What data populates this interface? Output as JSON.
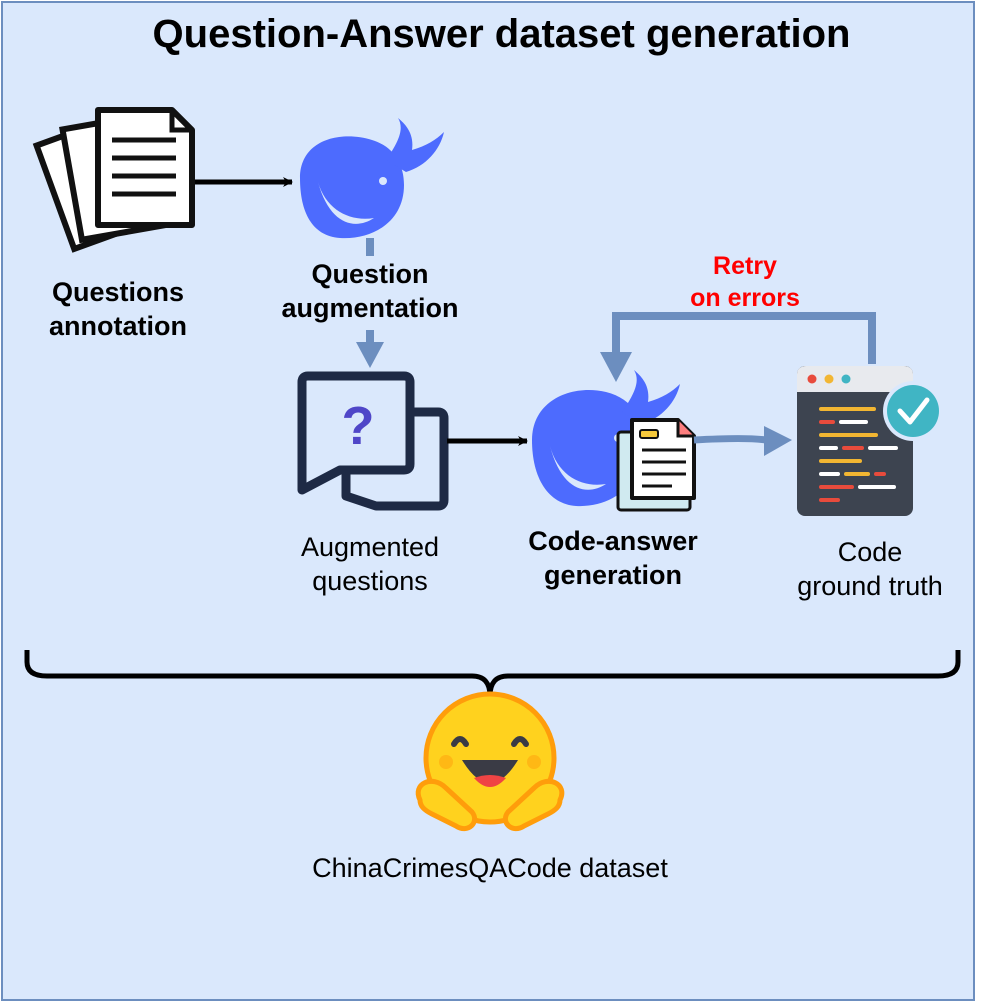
{
  "title": "Question-Answer dataset generation",
  "nodes": {
    "questions_annotation": [
      "Questions",
      "annotation"
    ],
    "question_augmentation": [
      "Question",
      "augmentation"
    ],
    "augmented_questions": [
      "Augmented",
      "questions"
    ],
    "code_answer_generation": [
      "Code-answer",
      "generation"
    ],
    "code_ground_truth": [
      "Code",
      "ground truth"
    ],
    "dataset": "ChinaCrimesQACode dataset"
  },
  "retry_label": [
    "Retry",
    "on errors"
  ],
  "colors": {
    "background": "#dae8fc",
    "border": "#6c8ebf",
    "arrow_black": "#000000",
    "arrow_blue": "#6c8ebf",
    "retry_text": "#ff0000",
    "whale": "#4d6bfe",
    "question_mark": "#4f46c8",
    "chat_outline": "#1e2a45",
    "code_window": "#3d4450",
    "check_circle": "#40b5c4",
    "emoji_face": "#ffd21e",
    "emoji_outline": "#ff9d0b"
  },
  "icons": [
    "documents-stack-icon",
    "deepseek-whale-icon",
    "chat-question-icon",
    "deepseek-whale-with-document-icon",
    "code-window-check-icon",
    "hugging-face-icon"
  ]
}
